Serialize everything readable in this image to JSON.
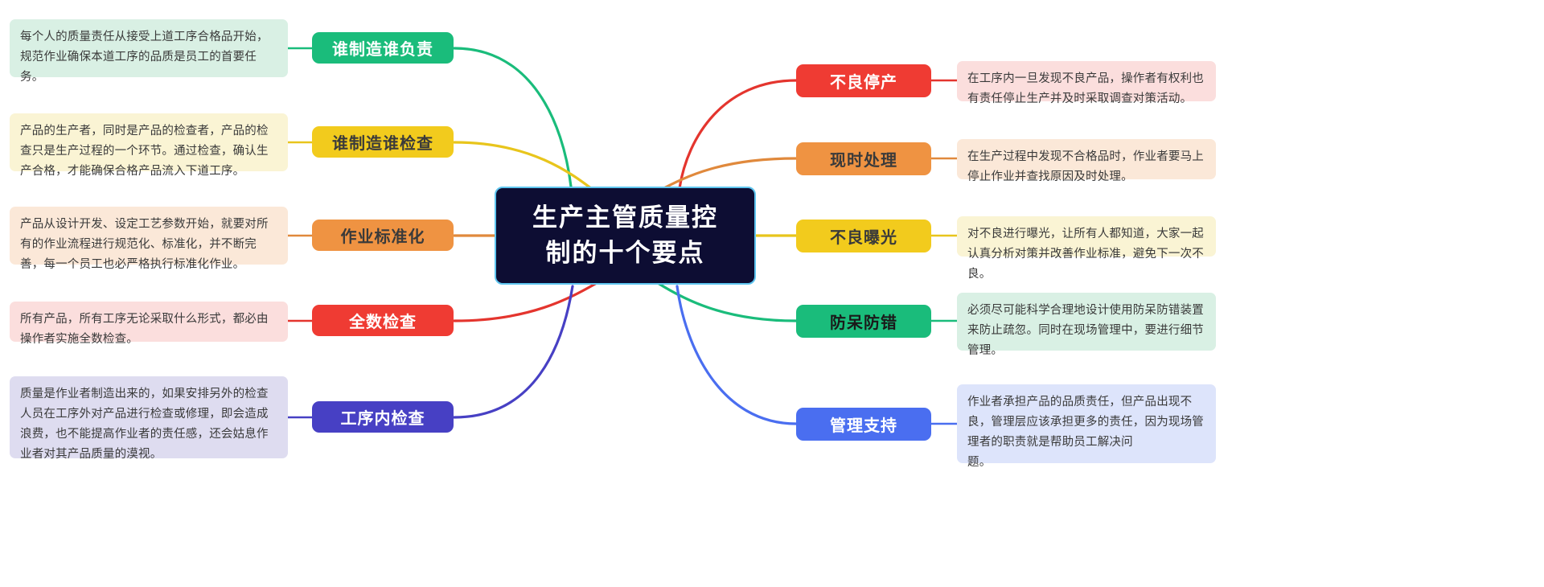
{
  "diagram": {
    "type": "mind-map",
    "title": "生产主管质量控制的十个要点",
    "center": {
      "label": "生产主管质量控\n制的十个要点",
      "line1": "生产主管质量控",
      "line2": "制的十个要点",
      "fill": "#0d0d33",
      "border": "#5ec5ef",
      "text_color": "#ffffff"
    },
    "left_branches": [
      {
        "label": "谁制造谁负责",
        "fill": "#1abc7b",
        "text_color": "#ffffff",
        "note": "每个人的质量责任从接受上道工序合格品开始，规范作业确保本道工序的品质是员工的首要任务。",
        "note_fill": "#d9f0e4",
        "link_color": "#1abc7b"
      },
      {
        "label": "谁制造谁检查",
        "fill": "#f2cb1d",
        "text_color": "#3a3a3a",
        "note": "产品的生产者，同时是产品的检查者，产品的检查只是生产过程的一个环节。通过检查，确认生产合格，才能确保合格产品流入下道工序。",
        "note_fill": "#faf4d4",
        "link_color": "#e8c51c"
      },
      {
        "label": "作业标准化",
        "fill": "#ef9342",
        "text_color": "#3a3a3a",
        "note": "产品从设计开发、设定工艺参数开始，就要对所有的作业流程进行规范化、标准化，并不断完善，每一个员工也必严格执行标准化作业。",
        "note_fill": "#fbe8d8",
        "link_color": "#e0893c"
      },
      {
        "label": "全数检查",
        "fill": "#ef3b33",
        "text_color": "#ffffff",
        "note": "所有产品，所有工序无论采取什么形式，都必由操作者实施全数检查。",
        "note_fill": "#fbdedd",
        "link_color": "#e4352e"
      },
      {
        "label": "工序内检查",
        "fill": "#4740c4",
        "text_color": "#ffffff",
        "note": "质量是作业者制造出来的，如果安排另外的检查人员在工序外对产品进行检查或修理，即会造成浪费，也不能提高作业者的责任感，还会姑息作业者对其产品质量的漠视。",
        "note_fill": "#dedcf0",
        "link_color": "#4740c4"
      }
    ],
    "right_branches": [
      {
        "label": "不良停产",
        "fill": "#ef3b33",
        "text_color": "#ffffff",
        "note": "在工序内一旦发现不良产品，操作者有权利也有责任停止生产并及时采取调查对策活动。",
        "note_fill": "#fbdedd",
        "link_color": "#e4352e"
      },
      {
        "label": "现时处理",
        "fill": "#ef9342",
        "text_color": "#3a3a3a",
        "note": "在生产过程中发现不合格品时，作业者要马上停止作业并查找原因及时处理。",
        "note_fill": "#fbe8d8",
        "link_color": "#e0893c"
      },
      {
        "label": "不良曝光",
        "fill": "#f2cb1d",
        "text_color": "#3a3a3a",
        "note": "对不良进行曝光，让所有人都知道，大家一起认真分析对策并改善作业标准，避免下一次不良。",
        "note_fill": "#faf4d4",
        "link_color": "#e8c51c"
      },
      {
        "label": "防呆防错",
        "fill": "#1abc7b",
        "text_color": "#1a1a1a",
        "note": "必须尽可能科学合理地设计使用防呆防错装置来防止疏忽。同时在现场管理中，要进行细节管理。",
        "note_fill": "#d9f0e4",
        "link_color": "#1abc7b"
      },
      {
        "label": "管理支持",
        "fill": "#4a6ef0",
        "text_color": "#ffffff",
        "note": "作业者承担产品的品质责任，但产品出现不良，管理层应该承担更多的责任，因为现场管理者的职责就是帮助员工解决问\n题。",
        "note_fill": "#dde4fb",
        "link_color": "#4a6ef0"
      }
    ]
  }
}
